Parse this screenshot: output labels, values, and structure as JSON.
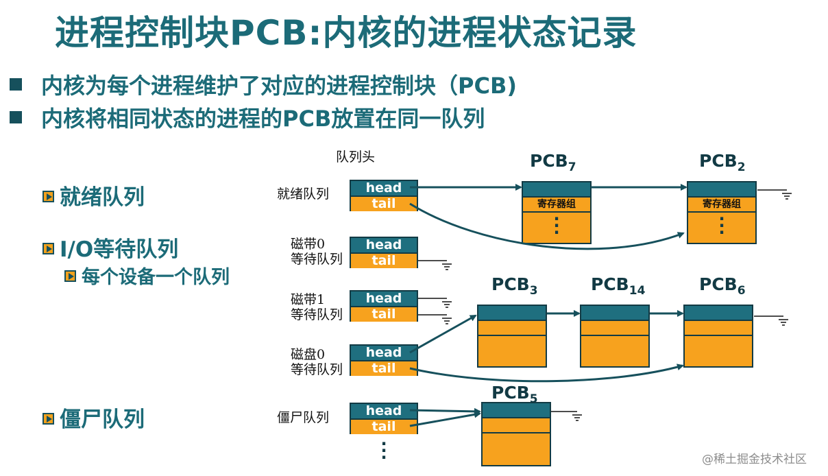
{
  "title": "进程控制块PCB:内核的进程状态记录",
  "bullets": [
    "内核为每个进程维护了对应的进程控制块（PCB)",
    "内核将相同状态的进程的PCB放置在同一队列"
  ],
  "categories": {
    "ready": "就绪队列",
    "io": "I/O等待队列",
    "io_sub": "每个设备一个队列",
    "zombie": "僵尸队列"
  },
  "queue_head_label": "队列头",
  "queues": {
    "ready": "就绪队列",
    "tape0_line1": "磁带0",
    "tape0_line2": "等待队列",
    "tape1_line1": "磁带1",
    "tape1_line2": "等待队列",
    "disk0_line1": "磁盘0",
    "disk0_line2": "等待队列",
    "zombie": "僵尸队列"
  },
  "head_label": "head",
  "tail_label": "tail",
  "pcb": {
    "prefix": "PCB",
    "p7": "7",
    "p2": "2",
    "p3": "3",
    "p14": "14",
    "p6": "6",
    "p5": "5",
    "register_label": "寄存器组"
  },
  "watermark": "@稀土掘金技术社区",
  "colors": {
    "title": "#1c6b78",
    "header_cell": "#1f6f7f",
    "body_cell": "#f7a21e",
    "arrow": "#16505c"
  }
}
